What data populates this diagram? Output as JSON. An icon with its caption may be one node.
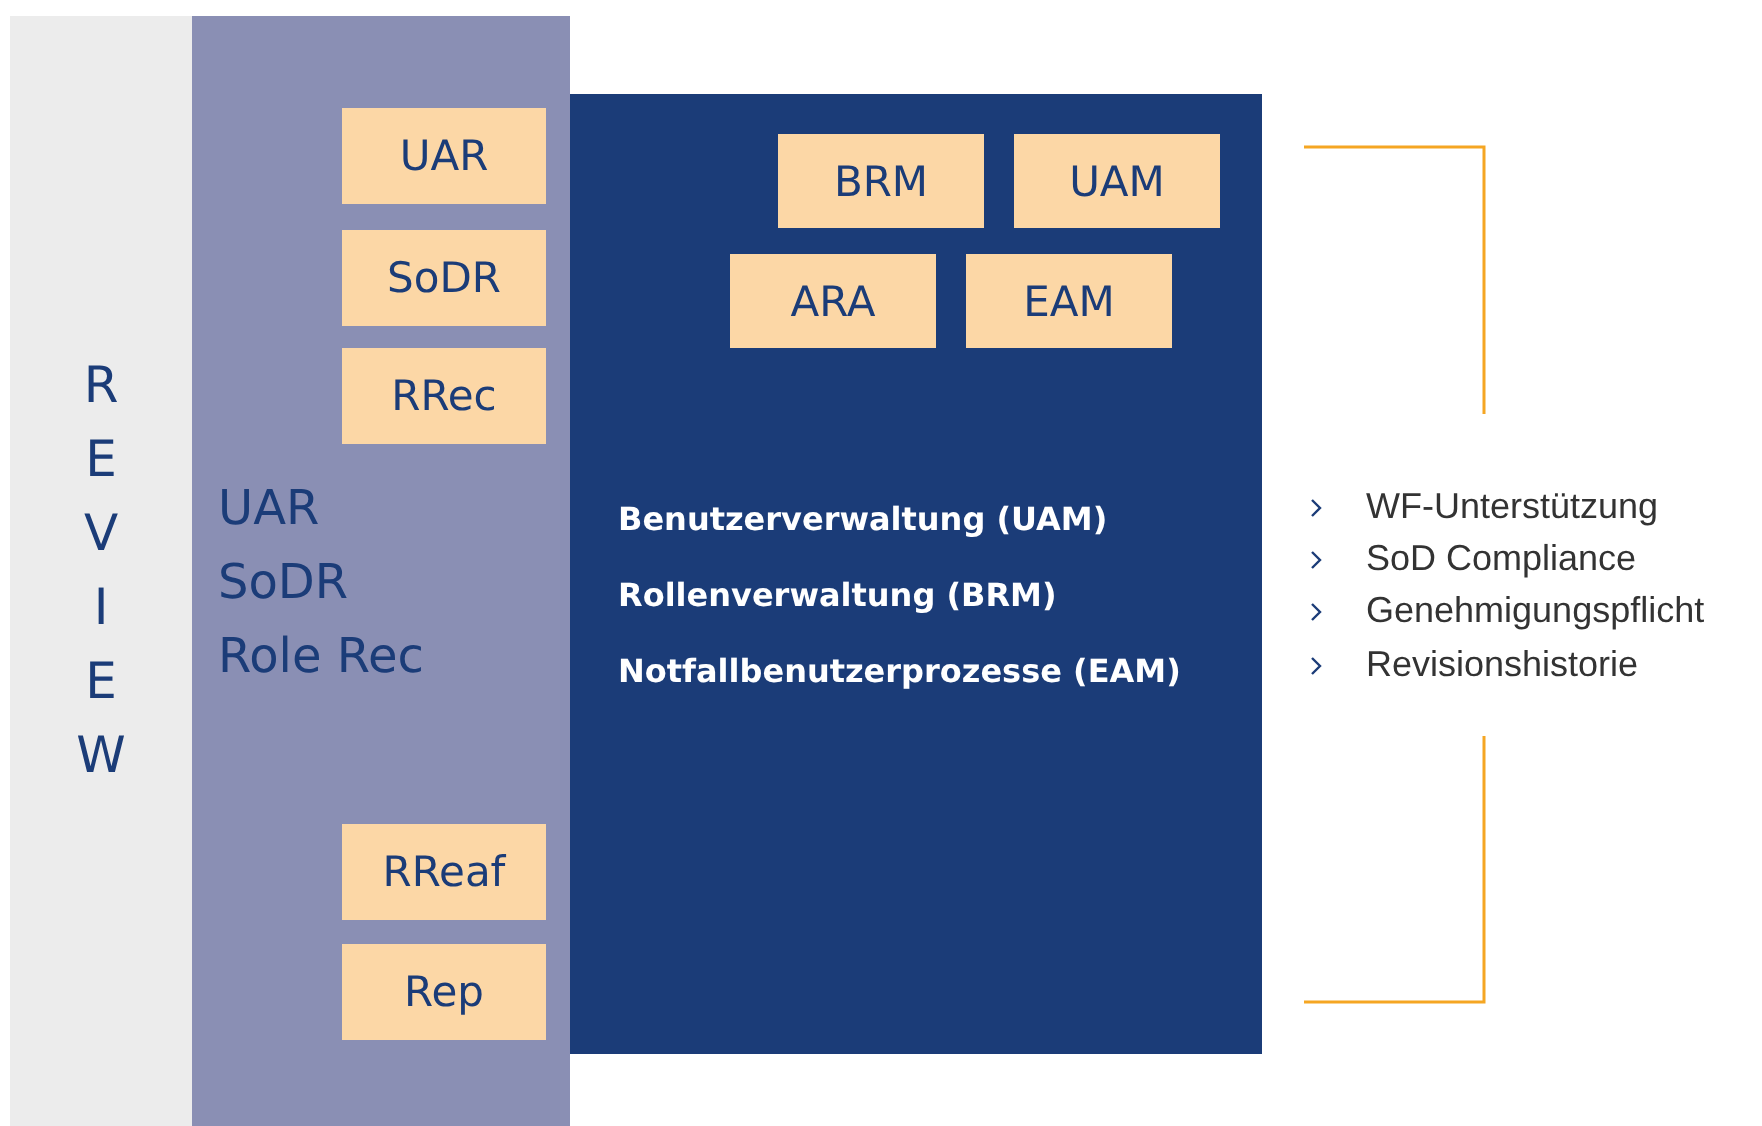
{
  "diagram": {
    "nodes": [
      {
        "text": [
          "REVIEW"
        ]
      },
      {
        "text": [
          "UAR",
          "SoDR",
          "Role Rec"
        ]
      },
      {
        "text": [
          "UAR"
        ],
        "in": 1
      },
      {
        "text": [
          "SoDR"
        ],
        "in": 1
      },
      {
        "text": [
          "RRec"
        ],
        "in": 1
      },
      {
        "text": [
          "RReaf"
        ],
        "in": 1
      },
      {
        "text": [
          "Rep"
        ],
        "in": 1
      },
      {
        "text": [
          "Benutzerverwaltung (UAM)",
          "Rollenverwaltung (BRM)",
          "Notfallbenutzerprozesse (EAM)"
        ]
      },
      {
        "text": [
          "BRM"
        ],
        "in": 7
      },
      {
        "text": [
          "UAM"
        ],
        "in": 7
      },
      {
        "text": [
          "ARA"
        ],
        "in": 7
      },
      {
        "text": [
          "EAM"
        ],
        "in": 7
      }
    ],
    "edges": [],
    "labels": [
      "WF-Unterstützung",
      "SoD Compliance",
      "Genehmigungspflicht",
      "Revisionshistorie"
    ]
  }
}
